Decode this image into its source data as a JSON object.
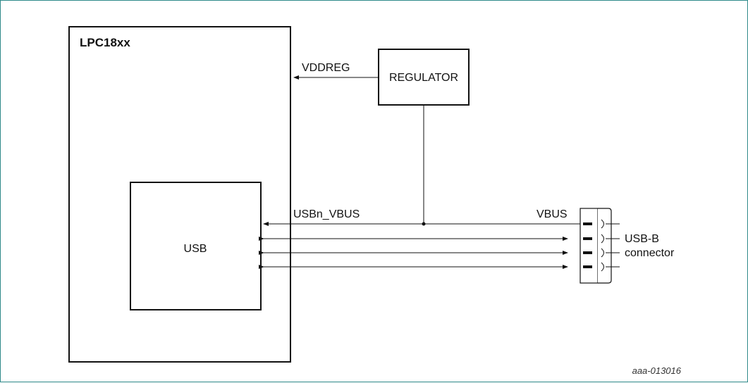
{
  "diagram": {
    "chip_label": "LPC18xx",
    "regulator_label": "REGULATOR",
    "vddreg_label": "VDDREG",
    "usb_label": "USB",
    "usbn_vbus_label": "USBn_VBUS",
    "vbus_label": "VBUS",
    "connector_label_line1": "USB-B",
    "connector_label_line2": "connector",
    "figure_id": "aaa-013016"
  }
}
